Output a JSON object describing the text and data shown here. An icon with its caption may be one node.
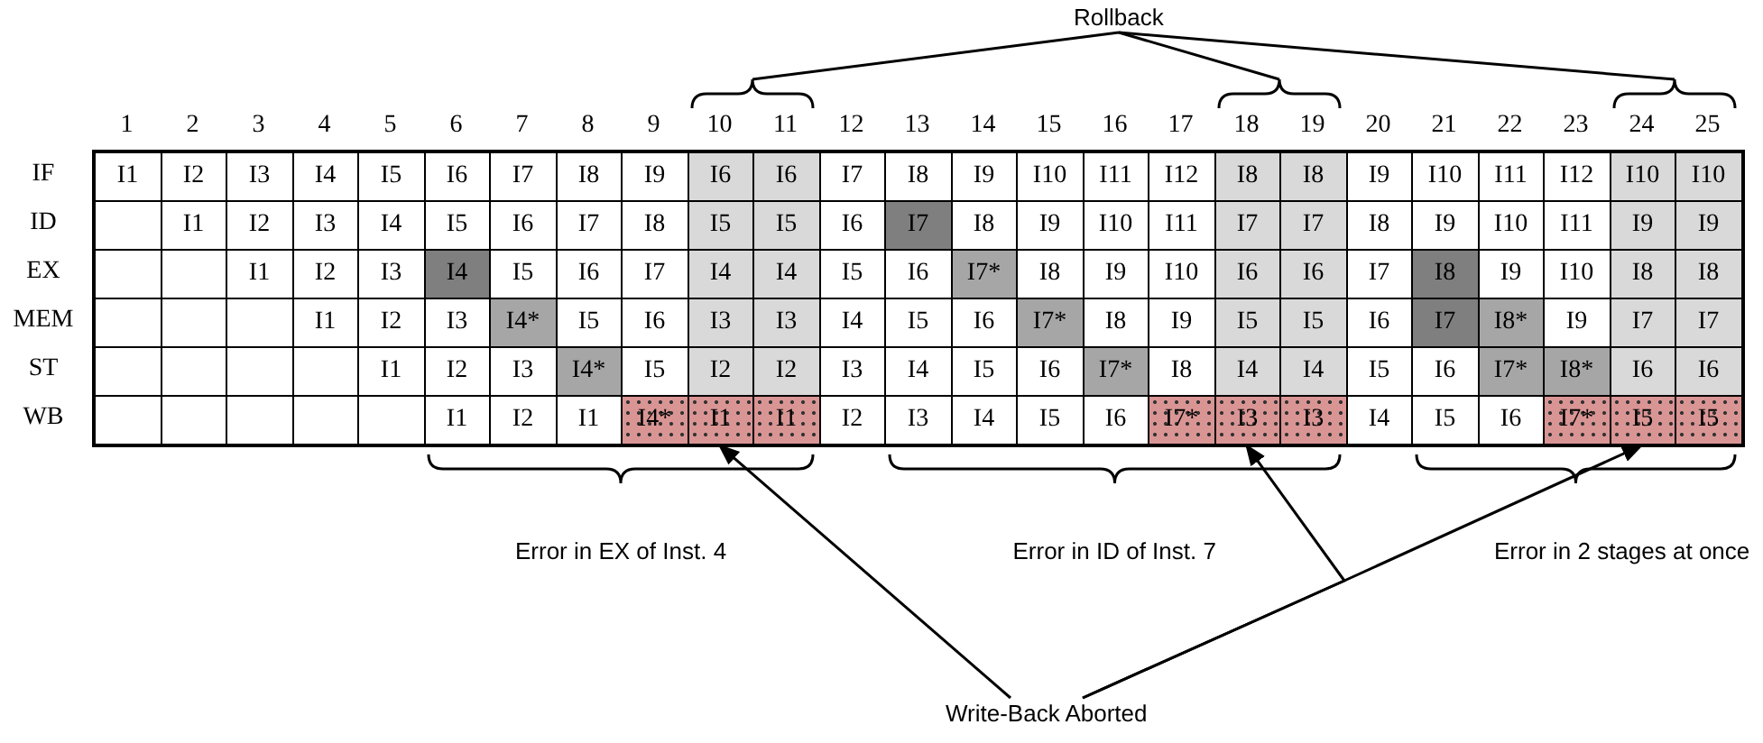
{
  "diagram": {
    "nodes": [
      {
        "text": [
          "Rollback"
        ]
      },
      {
        "text": [],
        "shape": "brace"
      },
      {
        "text": [],
        "shape": "brace"
      },
      {
        "text": [],
        "shape": "brace"
      },
      {
        "text": [
          "I1"
        ]
      },
      {
        "text": [
          "I3"
        ]
      },
      {
        "text": [
          "I5"
        ]
      },
      {
        "text": [
          "Write-Back Aborted"
        ]
      }
    ],
    "edges": [
      {
        "from": 0,
        "to": 1,
        "arrow": "none"
      },
      {
        "from": 0,
        "to": 2,
        "arrow": "none"
      },
      {
        "from": 0,
        "to": 3,
        "arrow": "none"
      },
      {
        "from": 7,
        "to": 4,
        "arrow": "to"
      },
      {
        "from": 7,
        "to": 5,
        "arrow": "to"
      },
      {
        "from": 7,
        "to": 6,
        "arrow": "to"
      }
    ],
    "labels": [
      "1",
      "2",
      "3",
      "4",
      "5",
      "6",
      "7",
      "8",
      "9",
      "10",
      "11",
      "12",
      "13",
      "14",
      "15",
      "16",
      "17",
      "18",
      "19",
      "20",
      "21",
      "22",
      "23",
      "24",
      "25",
      "IF",
      "I1",
      "I2",
      "I3",
      "I4",
      "I5",
      "I6",
      "I7",
      "I8",
      "I9",
      "I6",
      "I6",
      "I7",
      "I8",
      "I9",
      "I10",
      "I11",
      "I12",
      "I8",
      "I8",
      "I9",
      "I10",
      "I11",
      "I12",
      "I10",
      "I10",
      "ID",
      "I1",
      "I2",
      "I3",
      "I4",
      "I5",
      "I6",
      "I7",
      "I8",
      "I5",
      "I5",
      "I6",
      "I7",
      "I8",
      "I9",
      "I10",
      "I11",
      "I7",
      "I7",
      "I8",
      "I9",
      "I10",
      "I11",
      "I9",
      "I9",
      "EX",
      "I1",
      "I2",
      "I3",
      "I4",
      "I5",
      "I6",
      "I7",
      "I4",
      "I4",
      "I5",
      "I6",
      "I7*",
      "I8",
      "I9",
      "I10",
      "I6",
      "I6",
      "I7",
      "I8",
      "I9",
      "I10",
      "I8",
      "I8",
      "MEM",
      "I1",
      "I2",
      "I3",
      "I4*",
      "I5",
      "I6",
      "I3",
      "I3",
      "I4",
      "I5",
      "I6",
      "I7*",
      "I8",
      "I9",
      "I5",
      "I5",
      "I6",
      "I7",
      "I8*",
      "I9",
      "I7",
      "I7",
      "ST",
      "I1",
      "I2",
      "I3",
      "I4*",
      "I5",
      "I2",
      "I2",
      "I3",
      "I4",
      "I5",
      "I6",
      "I7*",
      "I8",
      "I4",
      "I4",
      "I5",
      "I6",
      "I7*",
      "I8*",
      "I6",
      "I6",
      "WB",
      "I1",
      "I2",
      "I1",
      "I4*",
      "I1",
      "I2",
      "I3",
      "I4",
      "I5",
      "I6",
      "I7*",
      "I3",
      "I4",
      "I5",
      "I6",
      "I7*",
      "I5",
      "Error in EX of Inst. 4",
      "Error in ID of Inst. 7",
      "Error in 2 stages at once"
    ]
  }
}
